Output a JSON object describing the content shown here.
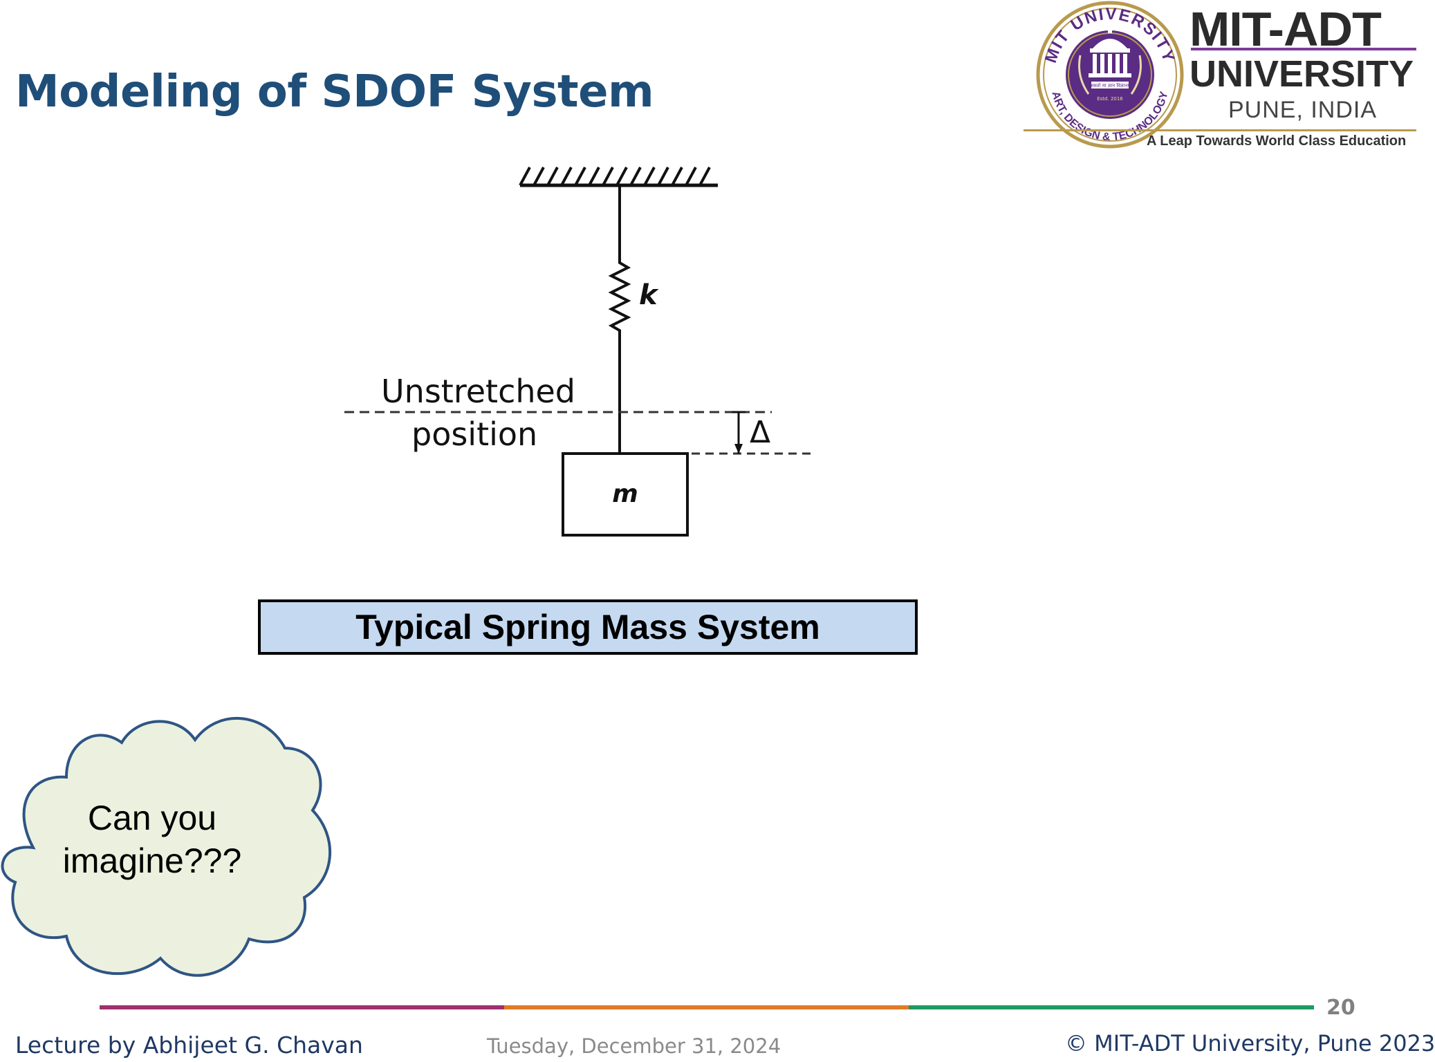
{
  "slide": {
    "title": "Modeling of SDOF System",
    "caption": "Typical Spring Mass System",
    "callout": "Can you imagine???",
    "page_number": "20"
  },
  "logo": {
    "name": "MIT-ADT",
    "university": "UNIVERSITY",
    "city": "PUNE, INDIA",
    "tagline": "A Leap Towards World Class Education",
    "seal_text_top": "MIT UNIVERSITY",
    "seal_text_bottom": "ART, DESIGN & TECHNOLOGY",
    "seal_motto": "॥ असतो मा ज्ञान विज्ञानम् ॥",
    "seal_estd": "Estd. 2016"
  },
  "diagram": {
    "spring_label": "k",
    "position_label_line1": "Unstretched",
    "position_label_line2": "position",
    "deflection_label": "Δ",
    "mass_label": "m"
  },
  "footer": {
    "lecturer": "Lecture by Abhijeet G. Chavan",
    "date": "Tuesday, December 31, 2024",
    "copyright": "© MIT-ADT University, Pune 2023"
  },
  "colors": {
    "title": "#1f4e79",
    "caption_fill": "#c5d9f1",
    "cloud_fill": "#ebf1de",
    "cloud_stroke": "#2e5584",
    "rule_segments": [
      "#a0306e",
      "#e07b27",
      "#1e9a62"
    ]
  }
}
